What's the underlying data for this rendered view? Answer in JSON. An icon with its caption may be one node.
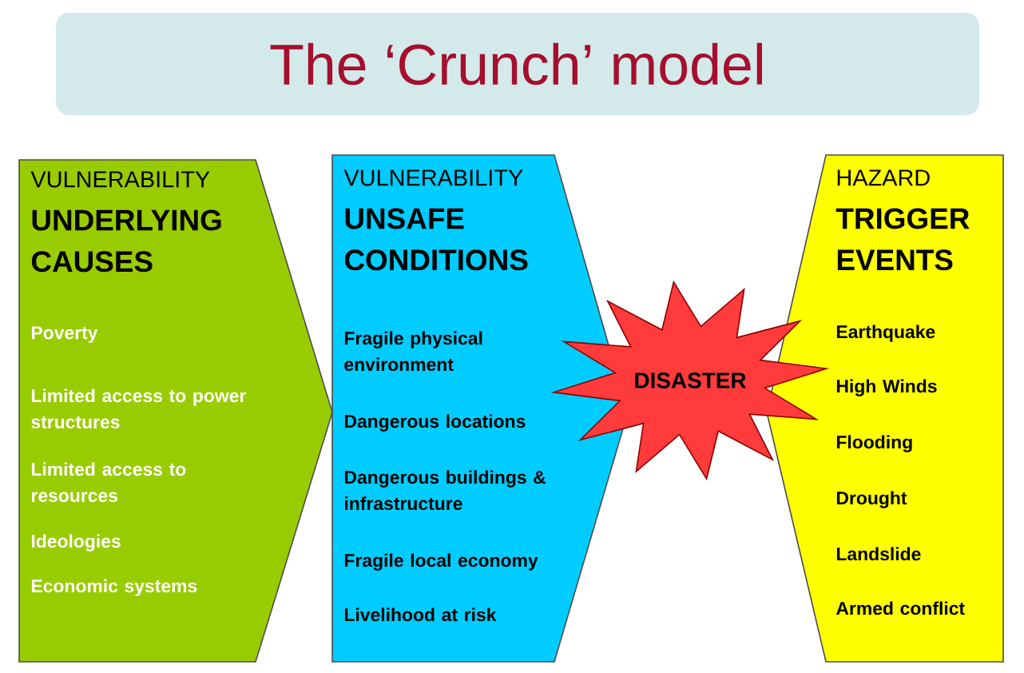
{
  "diagram": {
    "title": "The ‘Crunch’ model",
    "nodes": [
      {
        "text": [
          "VULNERABILITY",
          "UNDERLYING CAUSES",
          "Poverty",
          "Limited access to power structures",
          "Limited access to resources",
          "Ideologies",
          "Economic systems"
        ]
      },
      {
        "text": [
          "VULNERABILITY",
          "UNSAFE CONDITIONS",
          "Fragile physical environment",
          "Dangerous locations",
          "Dangerous buildings & infrastructure",
          "Fragile local economy",
          "Livelihood at risk"
        ]
      },
      {
        "text": [
          "HAZARD",
          "TRIGGER EVENTS",
          "Earthquake",
          "High Winds",
          "Flooding",
          "Drought",
          "Landslide",
          "Armed conflict"
        ]
      },
      {
        "text": [
          "DISASTER"
        ]
      }
    ]
  }
}
